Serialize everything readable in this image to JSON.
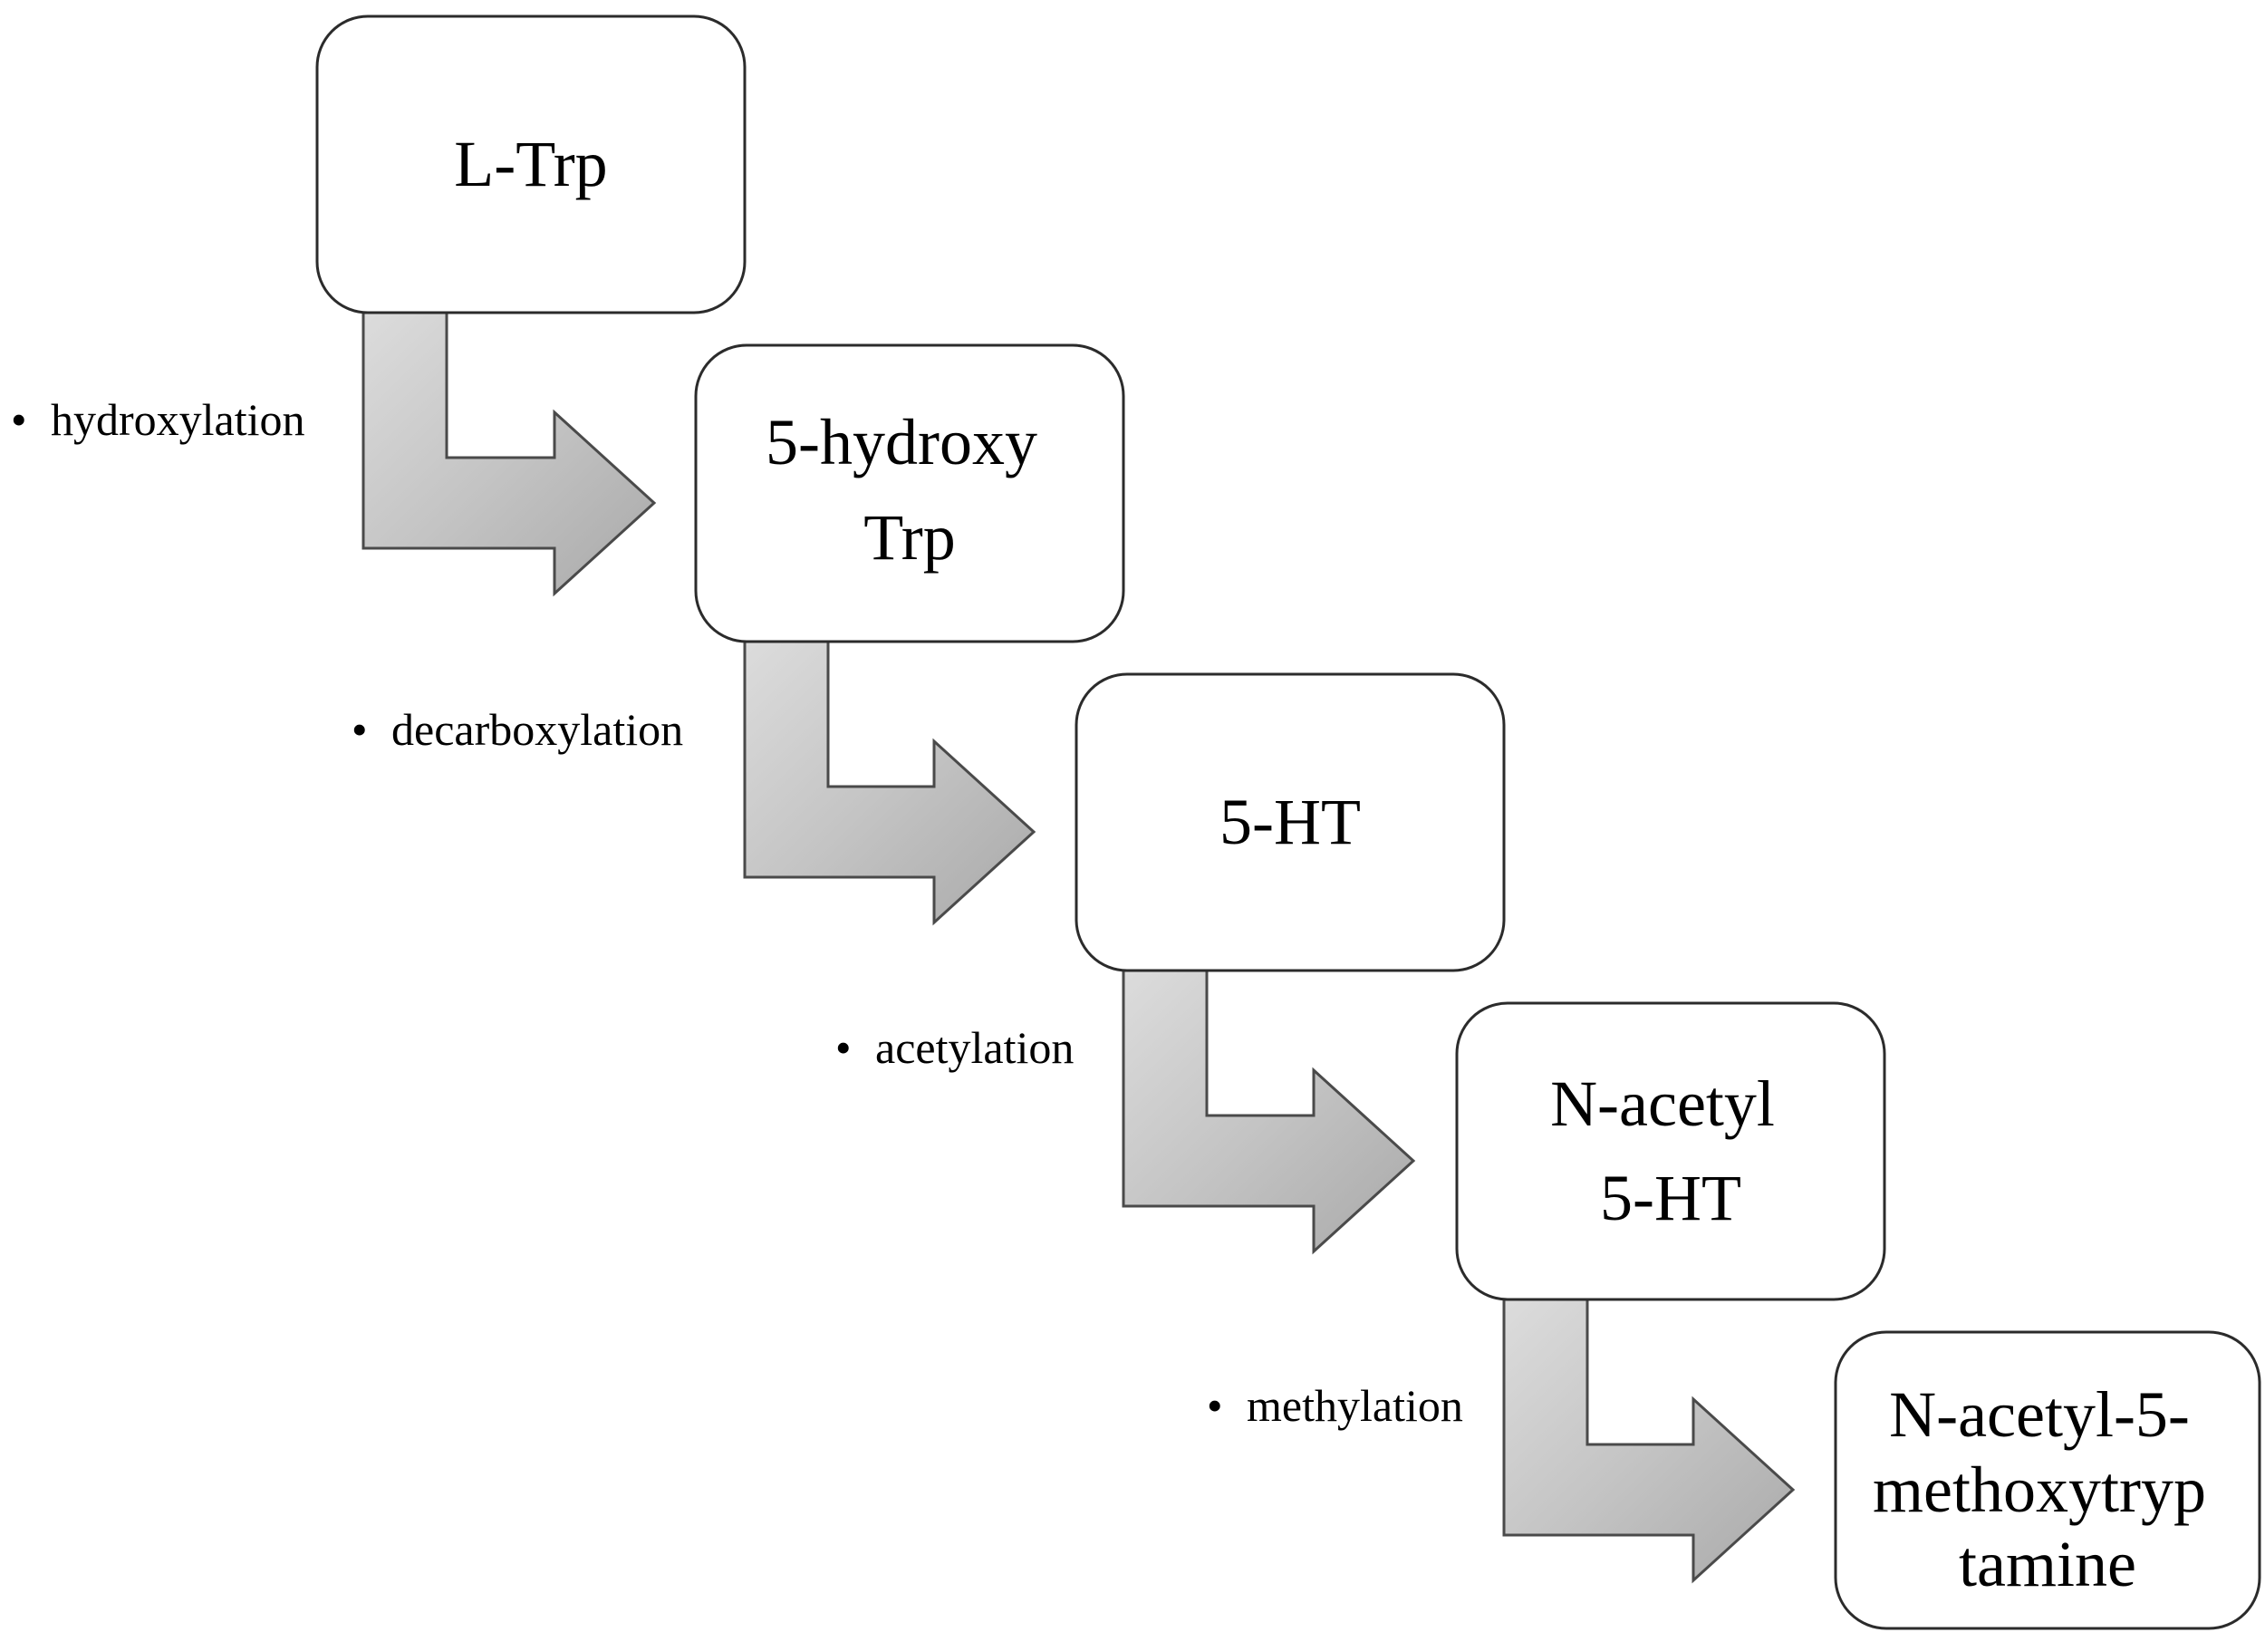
{
  "colors": {
    "box_fill": "#ffffff",
    "box_stroke": "#2b2b2b",
    "arrow_fill": "#c4c4c4",
    "arrow_stroke": "#4a4a4a",
    "text": "#000000"
  },
  "nodes": [
    {
      "id": "l-trp",
      "lines": [
        "L-Trp"
      ]
    },
    {
      "id": "5-hydroxy-trp",
      "lines": [
        "5-hydroxy",
        "Trp"
      ]
    },
    {
      "id": "5-ht",
      "lines": [
        "5-HT"
      ]
    },
    {
      "id": "n-acetyl-5-ht",
      "lines": [
        "N-acetyl",
        "5-HT"
      ]
    },
    {
      "id": "melatonin",
      "lines": [
        "N-acetyl-5-",
        "methoxytryp",
        "tamine"
      ]
    }
  ],
  "steps": [
    {
      "id": "hydroxylation",
      "bullet": "•",
      "label": "hydroxylation"
    },
    {
      "id": "decarboxylation",
      "bullet": "•",
      "label": "decarboxylation"
    },
    {
      "id": "acetylation",
      "bullet": "•",
      "label": "acetylation"
    },
    {
      "id": "methylation",
      "bullet": "•",
      "label": "methylation"
    }
  ]
}
